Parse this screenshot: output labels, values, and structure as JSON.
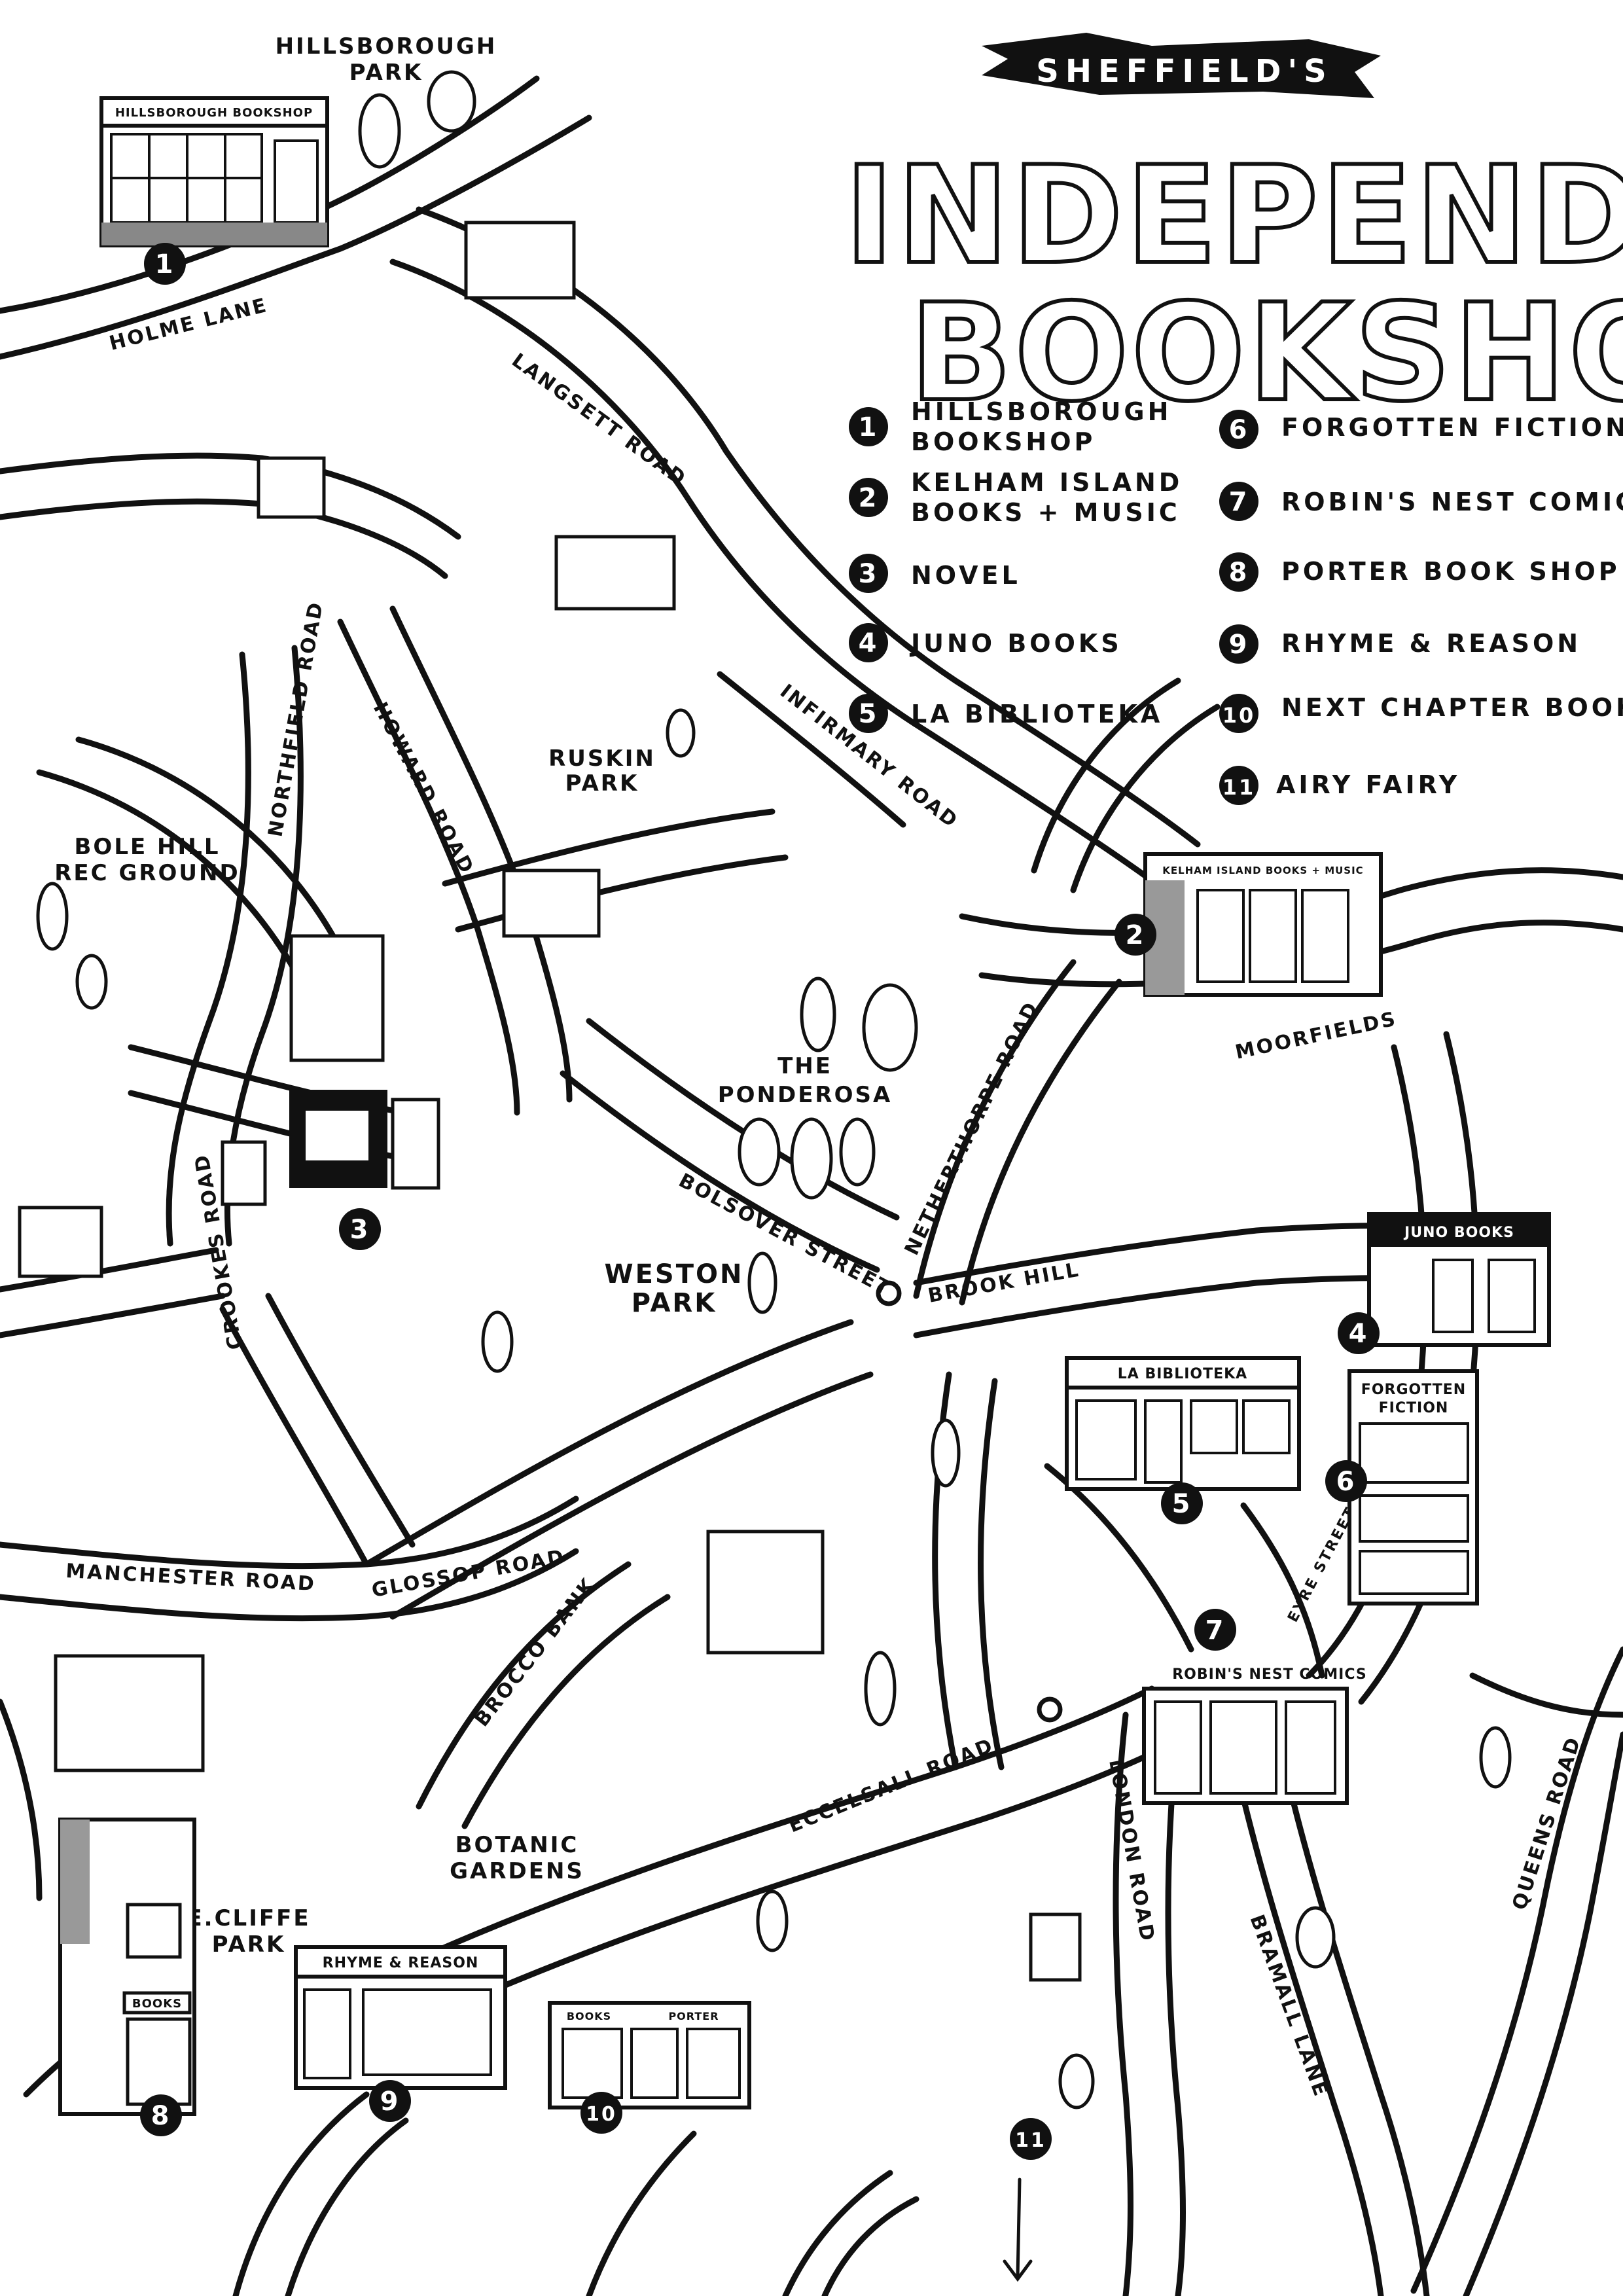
{
  "title": {
    "banner": "SHEFFIELD'S",
    "line1": "INDEPENDENT",
    "line2": "BOOKSHOPS"
  },
  "legend": [
    {
      "number": "1",
      "line1": "HILLSBOROUGH",
      "line2": "BOOKSHOP"
    },
    {
      "number": "2",
      "line1": "KELHAM ISLAND",
      "line2": "BOOKS + MUSIC"
    },
    {
      "number": "3",
      "line1": "NOVEL",
      "line2": ""
    },
    {
      "number": "4",
      "line1": "JUNO BOOKS",
      "line2": ""
    },
    {
      "number": "5",
      "line1": "LA BIBLIOTEKA",
      "line2": ""
    },
    {
      "number": "6",
      "line1": "FORGOTTEN FICTION",
      "line2": ""
    },
    {
      "number": "7",
      "line1": "ROBIN'S NEST COMICS",
      "line2": ""
    },
    {
      "number": "8",
      "line1": "PORTER BOOK SHOP",
      "line2": ""
    },
    {
      "number": "9",
      "line1": "RHYME & REASON",
      "line2": ""
    },
    {
      "number": "10",
      "line1": "NEXT CHAPTER BOOKS",
      "line2": ""
    },
    {
      "number": "11",
      "line1": "AIRY FAIRY",
      "line2": ""
    }
  ],
  "parks": {
    "hillsborough": [
      "HILLSBOROUGH",
      "PARK"
    ],
    "ruskin": [
      "RUSKIN",
      "PARK"
    ],
    "bole_hill": [
      "BOLE HILL",
      "REC GROUND"
    ],
    "ponderosa": [
      "THE",
      "PONDEROSA"
    ],
    "weston": [
      "WESTON",
      "PARK"
    ],
    "botanic": [
      "BOTANIC",
      "GARDENS"
    ],
    "ecliffe": [
      "E.CLIFFE",
      "PARK"
    ]
  },
  "streets": {
    "holme_lane": "HOLME LANE",
    "langsett_road": "LANGSETT ROAD",
    "northfield_road": "NORTHFIELD ROAD",
    "howard_road": "HOWARD ROAD",
    "infirmary_road": "INFIRMARY ROAD",
    "moorfields": "MOORFIELDS",
    "netherthorpe_road": "NETHERTHORPE ROAD",
    "bolsover_street": "BOLSOVER STREET",
    "brook_hill": "BROOK HILL",
    "crookes_road": "CROOKES ROAD",
    "manchester_road": "MANCHESTER ROAD",
    "glossop_road": "GLOSSOP ROAD",
    "brocco_bank": "BROCCO BANK",
    "eccelsall_road": "ECCELSALL ROAD",
    "london_road": "LONDON ROAD",
    "bramall_lane": "BRAMALL LANE",
    "queens_road": "QUEENS ROAD",
    "eyre_street": "EYRE STREET"
  },
  "shop_signs": {
    "hillsborough": "HILLSBOROUGH BOOKSHOP",
    "kelham": "KELHAM ISLAND BOOKS + MUSIC",
    "juno": "JUNO BOOKS",
    "biblioteka": "LA BIBLIOTEKA",
    "forgotten": [
      "FORGOTTEN",
      "FICTION"
    ],
    "robins": "ROBIN'S NEST COMICS",
    "rhyme": "RHYME & REASON",
    "porter": "BOOKS",
    "porter_side": "PORTER"
  },
  "pins": [
    "1",
    "2",
    "3",
    "4",
    "5",
    "6",
    "7",
    "8",
    "9",
    "10",
    "11"
  ]
}
